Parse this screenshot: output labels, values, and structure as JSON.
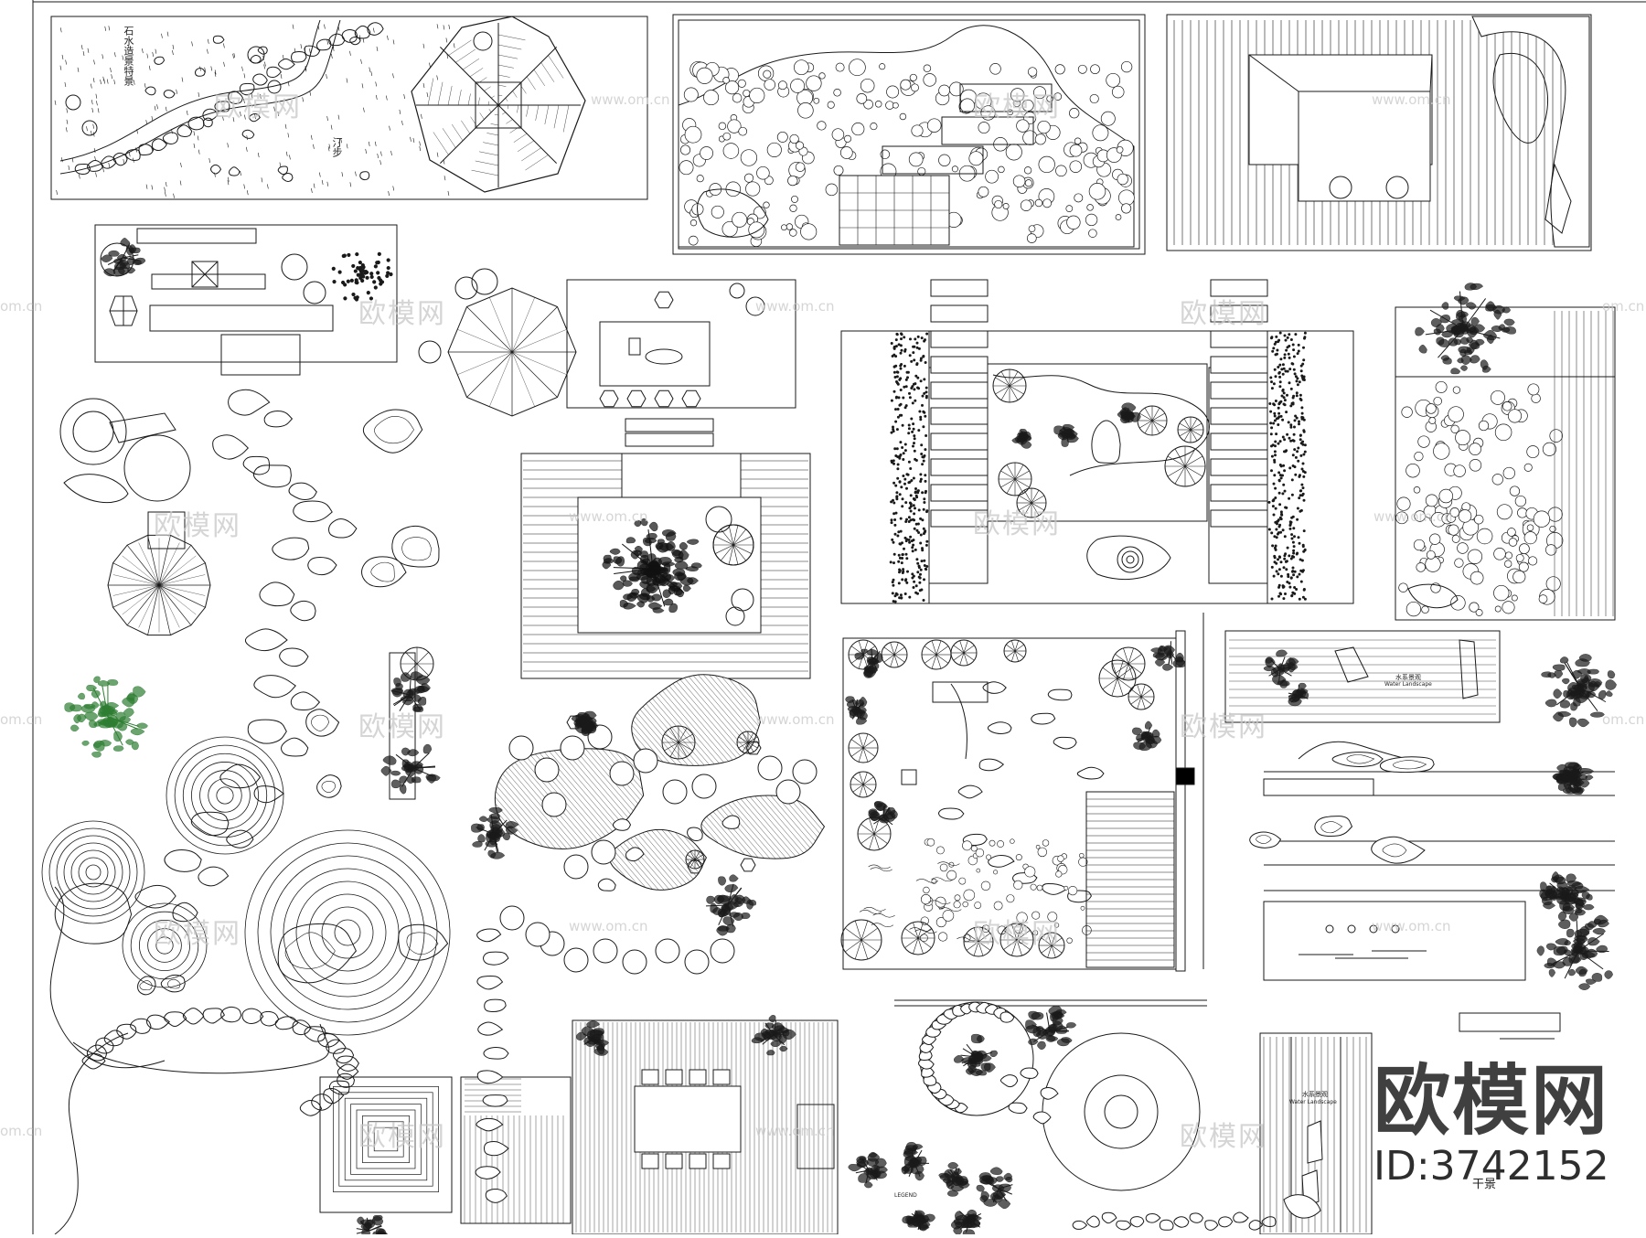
{
  "labels": {
    "stone_water_feature": "石水造景特景",
    "path_label": "汀步",
    "waterscape_1": "水系景观",
    "waterscape_1_en": "Water Landscape",
    "waterscape_2": "水系景观",
    "waterscape_2_en": "Water Landscape",
    "dry_scape": "干景",
    "small_note": "LEGEND"
  },
  "watermarks": {
    "brand_cn": "欧模网",
    "url": "www.om.cn",
    "url_edge": "om.cn"
  },
  "brand": {
    "logo": "欧模网",
    "id": "ID:3742152"
  },
  "colors": {
    "line": "#1a1a1a",
    "plant_accent": "#2e7d32",
    "watermark": "#c8c8c8",
    "background": "#ffffff"
  }
}
